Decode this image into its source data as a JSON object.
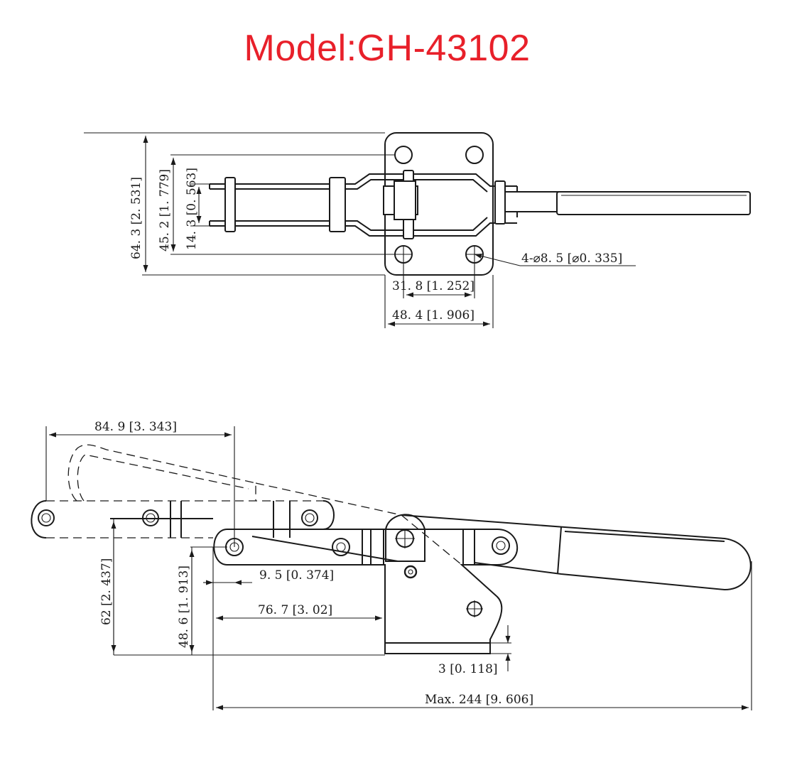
{
  "title": "Model:GH-43102",
  "colors": {
    "title": "#e8202a",
    "line": "#1a1a1a",
    "background": "#ffffff"
  },
  "top_view": {
    "dim_total_height": "64. 3 [2. 531]",
    "dim_hole_spacing_v": "45. 2 [1. 779]",
    "dim_bar_gap": "14. 3 [0. 563]",
    "dim_holes": "4-⌀8. 5 [⌀0. 335]",
    "dim_hole_spacing_h": "31. 8 [1. 252]",
    "dim_base_width": "48. 4 [1. 906]"
  },
  "side_view": {
    "dim_open_reach": "84. 9 [3. 343]",
    "dim_pivot_offset": "9. 5 [0. 374]",
    "dim_height_total": "62 [2. 437]",
    "dim_height_spindle": "48. 6 [1. 913]",
    "dim_base_offset": "76. 7 [3. 02]",
    "dim_base_thickness": "3 [0. 118]",
    "dim_max_length": "Max. 244 [9. 606]"
  }
}
